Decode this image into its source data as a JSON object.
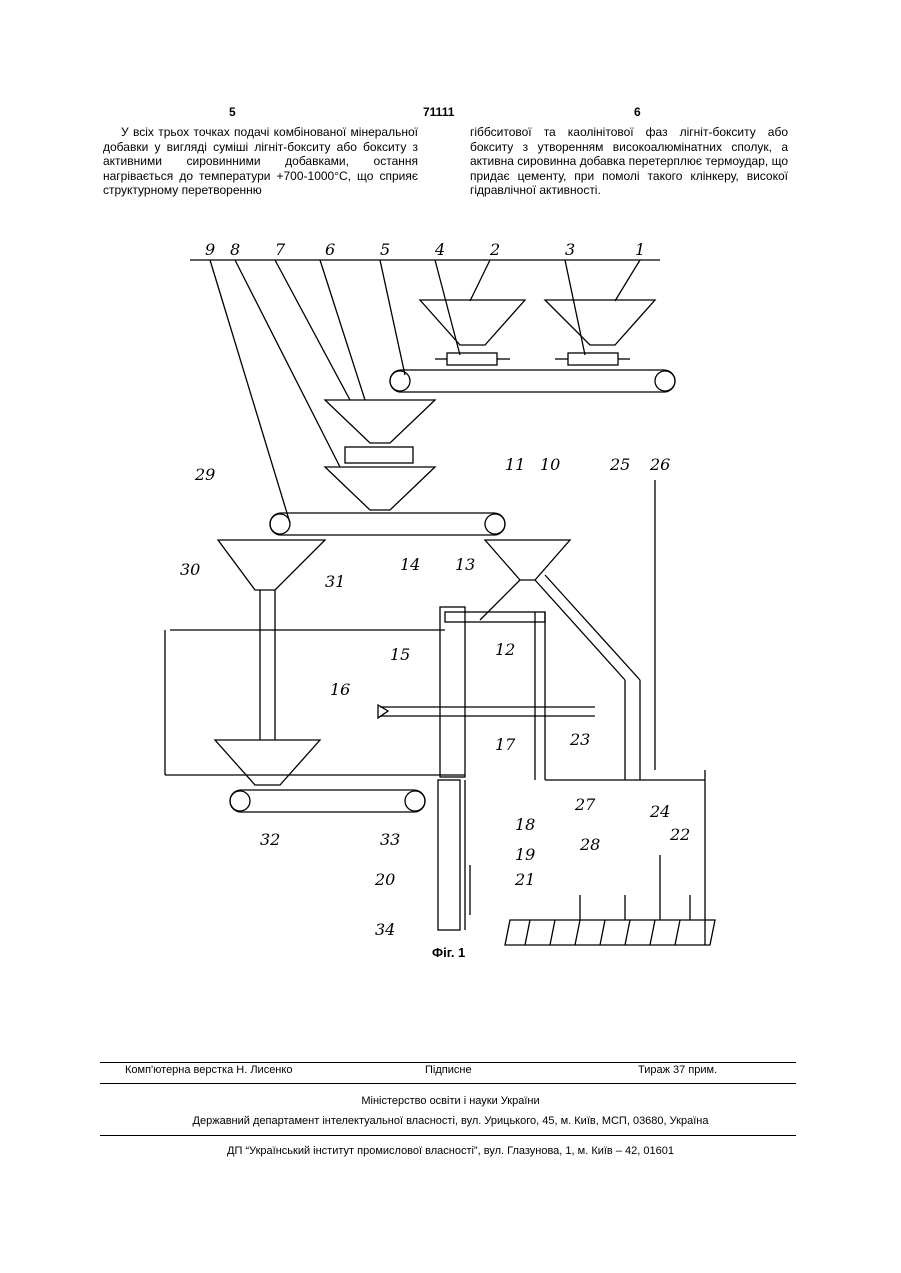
{
  "header": {
    "left_page": "5",
    "doc_number": "71111",
    "right_page": "6"
  },
  "left_column": "У всіх трьох точках подачі комбінованої мінеральної добавки у вигляді суміші лігніт-бокситу або бокситу з активними сировинними добавками, остання нагрівається до температури +700-1000°С, що сприяє структурному перетворенню",
  "right_column": "гіббситової та каолінітової фаз лігніт-бокситу або бокситу з утворенням високоалюмінатних сполук, а активна сировинна добавка перетерплює термоудар, що придає цементу, при помолі такого клінкеру, високої гідравлічної активності.",
  "figure": {
    "caption": "Фіг. 1",
    "labels": [
      "1",
      "2",
      "3",
      "4",
      "5",
      "6",
      "7",
      "8",
      "9",
      "10",
      "11",
      "12",
      "13",
      "14",
      "15",
      "16",
      "17",
      "18",
      "19",
      "20",
      "21",
      "22",
      "23",
      "24",
      "25",
      "26",
      "27",
      "28",
      "29",
      "30",
      "31",
      "32",
      "33",
      "34"
    ]
  },
  "footer": {
    "layout": "Комп'ютерна верстка Н. Лисенко",
    "signed": "Підписне",
    "circulation": "Тираж 37 прим.",
    "ministry": "Міністерство освіти і науки України",
    "department": "Державний департамент інтелектуальної власності, вул. Урицького, 45, м. Київ, МСП, 03680, Україна",
    "institute": "ДП “Український інститут промислової власності”, вул. Глазунова, 1, м. Київ – 42, 01601"
  }
}
